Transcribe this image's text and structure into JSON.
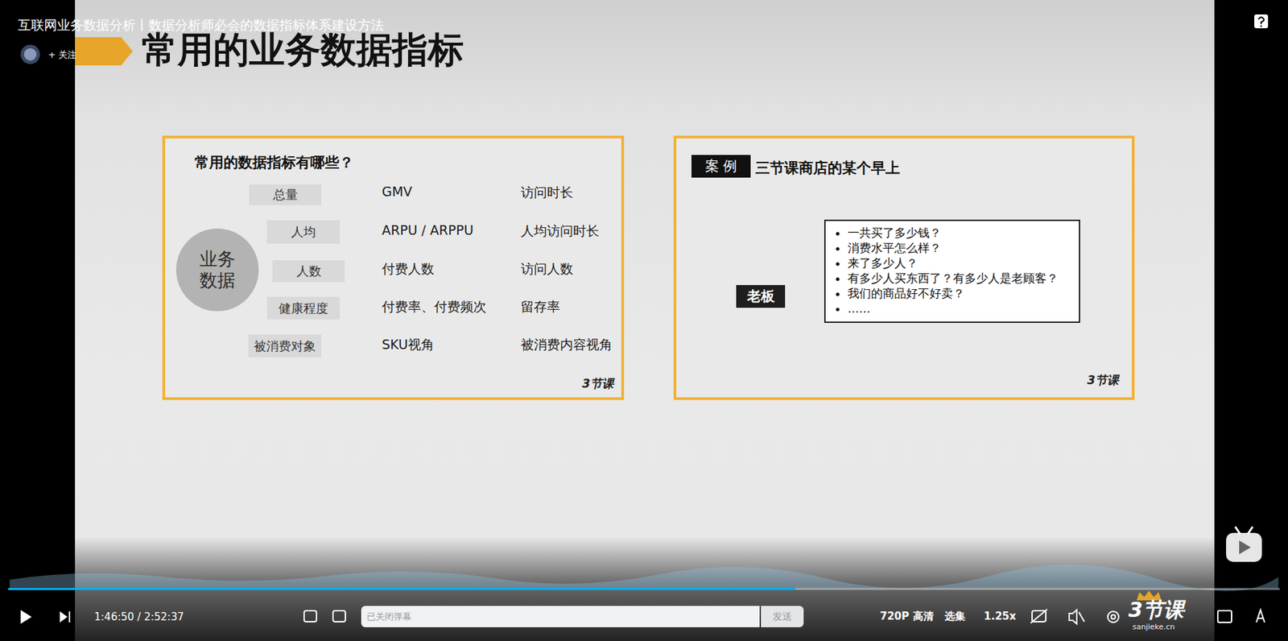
{
  "diagram": {
    "title": "常用的业务数据指标",
    "nodes": [
      {
        "text": [
          "常用的数据指标有哪些？"
        ]
      },
      {
        "text": [
          "业务 数据"
        ],
        "in": 0
      },
      {
        "text": [
          "总量"
        ],
        "in": 0
      },
      {
        "text": [
          "人均"
        ],
        "in": 0
      },
      {
        "text": [
          "人数"
        ],
        "in": 0
      },
      {
        "text": [
          "健康程度"
        ],
        "in": 0
      },
      {
        "text": [
          "被消费对象"
        ],
        "in": 0
      },
      {
        "text": [
          "三节课商店的某个早上"
        ]
      },
      {
        "text": [
          "案 例"
        ],
        "in": 7
      },
      {
        "text": [
          "老板"
        ],
        "in": 7
      },
      {
        "text": [
          "一共买了多少钱？",
          "消费水平怎么样？",
          "来了多少人？",
          "有多少人买东西了？有多少人是老顾客？",
          "我们的商品好不好卖？",
          "……"
        ],
        "in": 7
      },
      {
        "text": [
          "已关闭弹幕"
        ]
      },
      {
        "text": [
          "发送"
        ]
      }
    ],
    "labels": [
      "互联网业务数据分析丨数据分析师必会的数据指标体系建设方法",
      "+ 关注",
      "GMV",
      "访问时长",
      "ARPU / ARPPU",
      "人均访问时长",
      "付费人数",
      "访问人数",
      "付费率、付费频次",
      "留存率",
      "SKU视角",
      "被消费内容视角",
      "3节课",
      "3节课",
      "1:46:50 / 2:52:37",
      "720P 高清",
      "选集",
      "1.25x",
      "3节课",
      "sanjieke.cn"
    ]
  }
}
